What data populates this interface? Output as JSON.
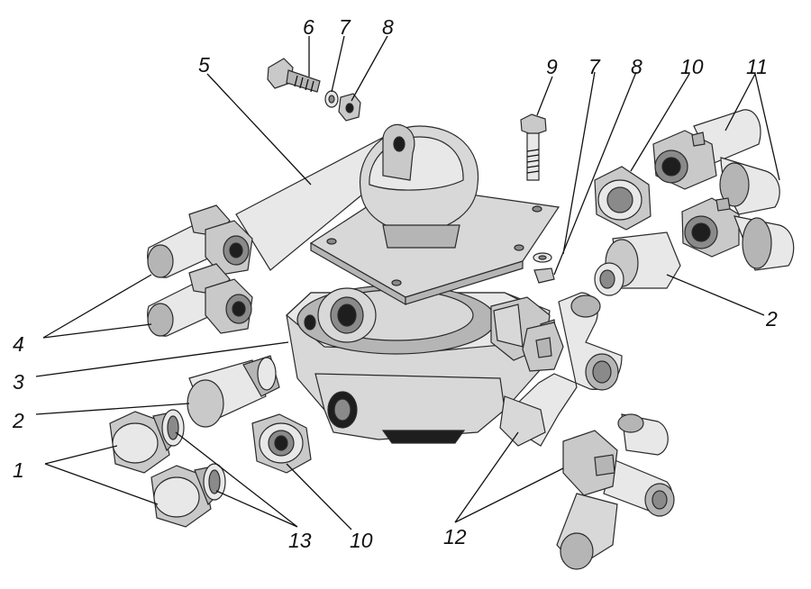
{
  "labels": {
    "l1": "1",
    "l2_left": "2",
    "l2_right": "2",
    "l3": "3",
    "l4": "4",
    "l5": "5",
    "l6": "6",
    "l7_top": "7",
    "l7_right": "7",
    "l8_top": "8",
    "l8_right": "8",
    "l9": "9",
    "l10_top": "10",
    "l10_bottom": "10",
    "l11": "11",
    "l12": "12",
    "l13": "13"
  },
  "colors": {
    "background": "#ffffff",
    "metal_light": "#e8e8e8",
    "metal_mid": "#c9c9c9",
    "metal_dark": "#8a8a8a",
    "outline": "#2a2a2a"
  }
}
